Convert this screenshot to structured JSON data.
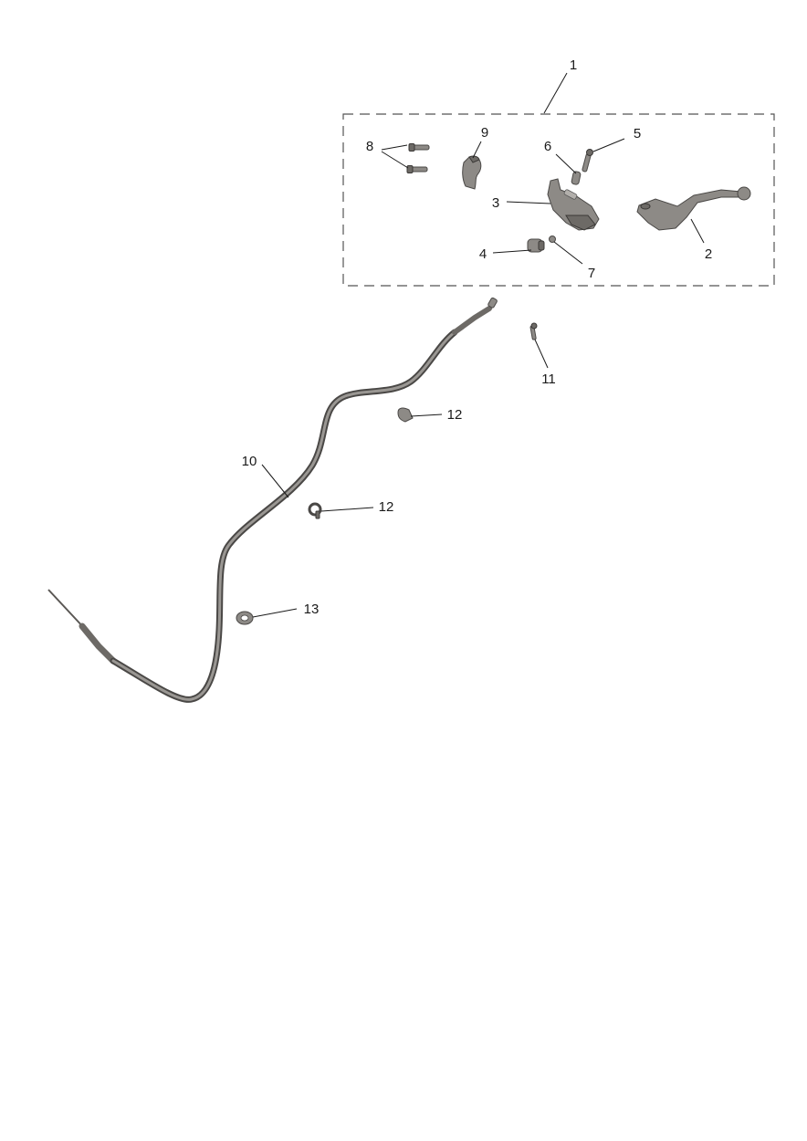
{
  "callouts": [
    {
      "id": "1",
      "label": "1"
    },
    {
      "id": "2",
      "label": "2"
    },
    {
      "id": "3",
      "label": "3"
    },
    {
      "id": "4",
      "label": "4"
    },
    {
      "id": "5",
      "label": "5"
    },
    {
      "id": "6",
      "label": "6"
    },
    {
      "id": "7",
      "label": "7"
    },
    {
      "id": "8",
      "label": "8"
    },
    {
      "id": "9",
      "label": "9"
    },
    {
      "id": "10",
      "label": "10"
    },
    {
      "id": "11",
      "label": "11"
    },
    {
      "id": "12a",
      "label": "12"
    },
    {
      "id": "12b",
      "label": "12"
    },
    {
      "id": "13",
      "label": "13"
    }
  ]
}
